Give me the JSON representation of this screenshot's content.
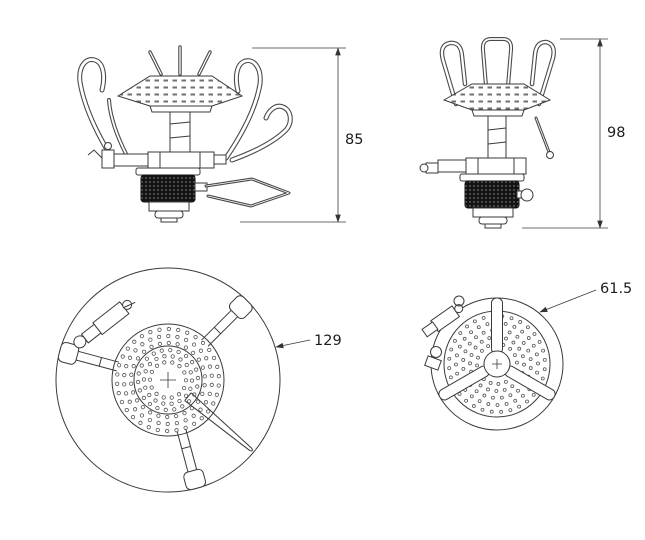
{
  "colors": {
    "background": "#ffffff",
    "line": "#3a3a3a",
    "knurl_ring": "#141414"
  },
  "views": {
    "side_folded": {
      "dimension": "85"
    },
    "side_raised": {
      "dimension": "98"
    },
    "top_open": {
      "dimension": "129"
    },
    "top_folded": {
      "dimension": "61.5"
    }
  }
}
